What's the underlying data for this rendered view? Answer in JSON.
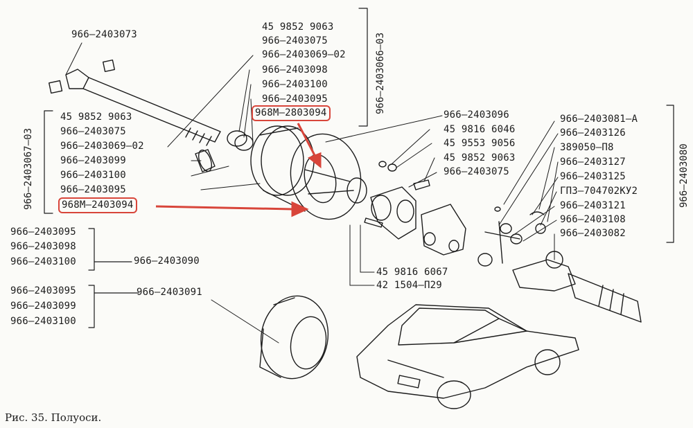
{
  "caption": "Рис. 35. Полуоси.",
  "labels": {
    "l_2403073": "966–2403073",
    "top_9063": "45 9852 9063",
    "top_075": "966–2403075",
    "top_069": "966–2403069–02",
    "top_098": "966–2403098",
    "top_100": "966–2403100",
    "top_095": "966–2403095",
    "top_hl": "968М–2803094",
    "left_9063": "45 9852 9063",
    "left_075": "966–2403075",
    "left_069": "966–2403069–02",
    "left_099": "966–2403099",
    "left_100": "966–2403100",
    "left_095": "966–2403095",
    "left_hl": "968М–2403094",
    "g1_095": "966–2403095",
    "g1_098": "966–2403098",
    "g1_100": "966–2403100",
    "g1_target": "966–2403090",
    "g2_095": "966–2403095",
    "g2_099": "966–2403099",
    "g2_100": "966–2403100",
    "g2_target": "966–2403091",
    "m_096": "966–2403096",
    "m_6046": "45 9816 6046",
    "m_9056": "45 9553 9056",
    "m_9063": "45 9852 9063",
    "m_075": "966–2403075",
    "b_6067": "45 9816 6067",
    "b_p29": "42 1504–П29",
    "r_081": "966–2403081–А",
    "r_126": "966–2403126",
    "r_p8": "389050–П8",
    "r_127": "966–2403127",
    "r_125": "966–2403125",
    "r_gpz": "ГПЗ–704702КУ2",
    "r_121": "966–2403121",
    "r_108": "966–2403108",
    "r_082": "966–2403082",
    "v_top": "966–2403066–03",
    "v_left": "966–2403067–03",
    "v_right": "966–2403080"
  },
  "colors": {
    "ink": "#1b1b1b",
    "highlight": "#d8453a",
    "paper": "#fbfbf8"
  }
}
